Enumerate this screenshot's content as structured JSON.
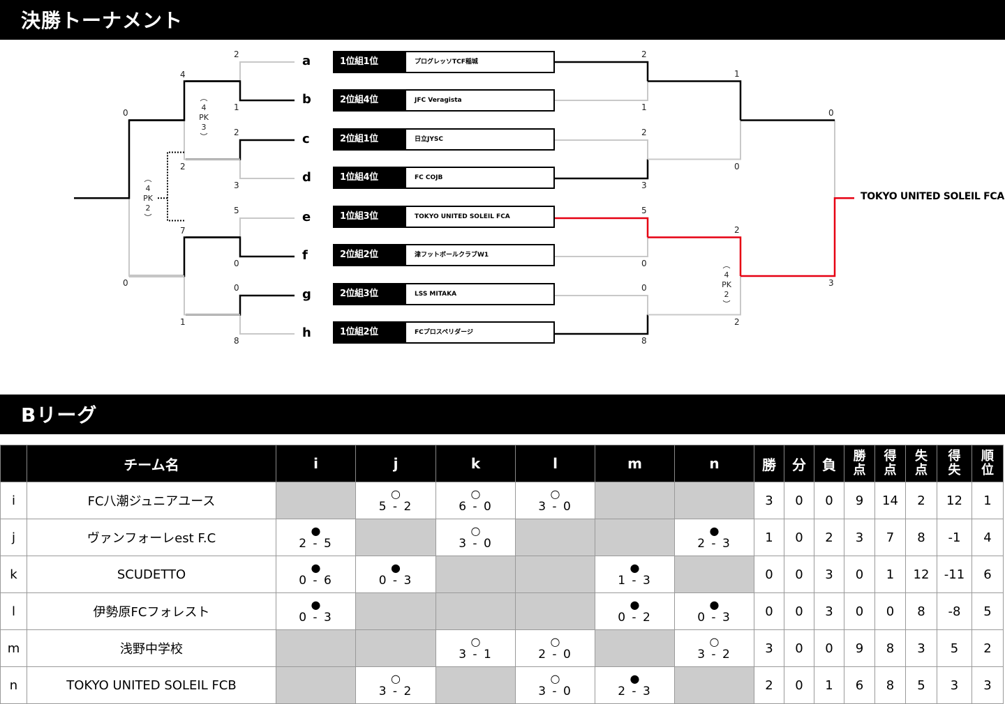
{
  "section_titles": {
    "tournament": "決勝トーナメント",
    "league": "Bリーグ"
  },
  "bracket": {
    "slots": [
      {
        "seed": "1位組1位",
        "team": "プログレッソTCF稲城"
      },
      {
        "seed": "2位組4位",
        "team": "JFC Veragista"
      },
      {
        "seed": "2位組1位",
        "team": "日立JYSC"
      },
      {
        "seed": "1位組4位",
        "team": "FC COJB"
      },
      {
        "seed": "1位組3位",
        "team": "TOKYO UNITED SOLEIL FCA"
      },
      {
        "seed": "2位組2位",
        "team": "津フットボールクラブW1"
      },
      {
        "seed": "2位組3位",
        "team": "LSS MITAKA"
      },
      {
        "seed": "1位組2位",
        "team": "FCプロスペリダージ"
      }
    ],
    "letters": [
      "a",
      "b",
      "c",
      "d",
      "e",
      "f",
      "g",
      "h"
    ],
    "right_r1_scores": [
      "2",
      "1",
      "2",
      "3",
      "5",
      "0",
      "0",
      "8"
    ],
    "right_sf_scores": [
      "1",
      "0",
      "2",
      "2"
    ],
    "right_final_scores": [
      "0",
      "3"
    ],
    "left_r1_scores": [
      "2",
      "1",
      "2",
      "3",
      "5",
      "0",
      "0",
      "8"
    ],
    "left_sf_scores": [
      "4",
      "2",
      "7",
      "1"
    ],
    "left_final_scores": [
      "0",
      "0"
    ],
    "pk_left_sf": [
      "4",
      "PK",
      "3"
    ],
    "pk_left_final": [
      "4",
      "PK",
      "2"
    ],
    "pk_right_sf": [
      "4",
      "PK",
      "2"
    ],
    "champion": "TOKYO UNITED SOLEIL FCA",
    "colors": {
      "winner": "#e60012",
      "line": "#000000",
      "loser": "#c8c8c8"
    }
  },
  "league": {
    "headers": [
      "チーム名",
      "i",
      "j",
      "k",
      "l",
      "m",
      "n",
      "勝",
      "分",
      "負",
      "勝点",
      "得点",
      "失点",
      "得失",
      "順位"
    ],
    "rows": [
      {
        "id": "i",
        "name": "FC八潮ジュニアユース",
        "results": [
          null,
          [
            "○",
            "5",
            "2"
          ],
          [
            "○",
            "6",
            "0"
          ],
          [
            "○",
            "3",
            "0"
          ],
          null,
          null
        ],
        "stats": [
          "3",
          "0",
          "0",
          "9",
          "14",
          "2",
          "12",
          "1"
        ]
      },
      {
        "id": "j",
        "name": "ヴァンフォーレest F.C",
        "results": [
          [
            "●",
            "2",
            "5"
          ],
          null,
          [
            "○",
            "3",
            "0"
          ],
          null,
          null,
          [
            "●",
            "2",
            "3"
          ]
        ],
        "stats": [
          "1",
          "0",
          "2",
          "3",
          "7",
          "8",
          "-1",
          "4"
        ]
      },
      {
        "id": "k",
        "name": "SCUDETTO",
        "results": [
          [
            "●",
            "0",
            "6"
          ],
          [
            "●",
            "0",
            "3"
          ],
          null,
          null,
          [
            "●",
            "1",
            "3"
          ],
          null
        ],
        "stats": [
          "0",
          "0",
          "3",
          "0",
          "1",
          "12",
          "-11",
          "6"
        ]
      },
      {
        "id": "l",
        "name": "伊勢原FCフォレスト",
        "results": [
          [
            "●",
            "0",
            "3"
          ],
          null,
          null,
          null,
          [
            "●",
            "0",
            "2"
          ],
          [
            "●",
            "0",
            "3"
          ]
        ],
        "stats": [
          "0",
          "0",
          "3",
          "0",
          "0",
          "8",
          "-8",
          "5"
        ]
      },
      {
        "id": "m",
        "name": "浅野中学校",
        "results": [
          null,
          null,
          [
            "○",
            "3",
            "1"
          ],
          [
            "○",
            "2",
            "0"
          ],
          null,
          [
            "○",
            "3",
            "2"
          ]
        ],
        "stats": [
          "3",
          "0",
          "0",
          "9",
          "8",
          "3",
          "5",
          "2"
        ]
      },
      {
        "id": "n",
        "name": "TOKYO UNITED SOLEIL FCB",
        "results": [
          null,
          [
            "○",
            "3",
            "2"
          ],
          null,
          [
            "○",
            "3",
            "0"
          ],
          [
            "●",
            "2",
            "3"
          ],
          null
        ],
        "stats": [
          "2",
          "0",
          "1",
          "6",
          "8",
          "5",
          "3",
          "3"
        ]
      }
    ]
  }
}
